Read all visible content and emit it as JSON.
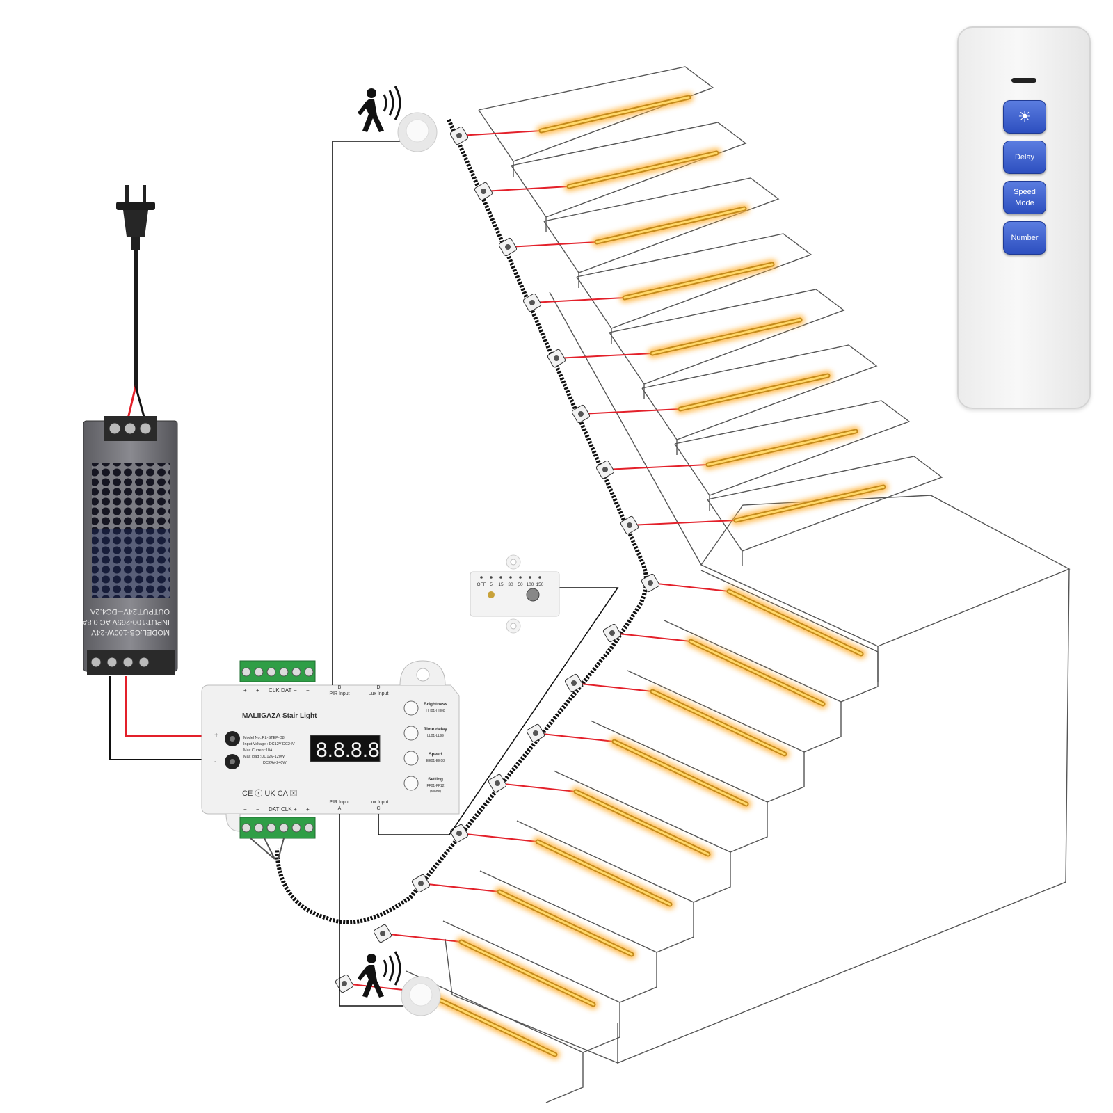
{
  "power_supply": {
    "model": "MODEL:CB-100W-24V",
    "input": "INPUT:100-265V AC 0.8A",
    "output": "OUTPUT:24V⎓DC4.2A"
  },
  "controller": {
    "title": "MALIIGAZA Stair Light",
    "display": "8.8.8.8",
    "specs": [
      "Model No.:RL-STEP-D8",
      "Input Voltage : DC12V-DC24V",
      "Max Current:10A",
      "Max  load :DC12V-120W",
      "DC24V-240W"
    ],
    "top_terminal_labels": [
      "+",
      "+",
      "CLK",
      "DAT",
      "−",
      "−"
    ],
    "bottom_terminal_labels": [
      "−",
      "−",
      "DAT",
      "CLK",
      "+",
      "+"
    ],
    "port_b": "B",
    "port_b_label": "PIR Input",
    "port_d": "D",
    "port_d_label": "Lux Input",
    "port_a": "A",
    "port_a_label": "PIR Input",
    "port_c": "C",
    "port_c_label": "Lux Input",
    "plus_sign": "+",
    "minus_sign": "-",
    "cert_marks": "CE  ⓡ  UK CA  ⊠",
    "buttons": [
      {
        "label": "Brightness",
        "range": "HH01-HH08"
      },
      {
        "label": "Time delay",
        "range": "LL01-LL99"
      },
      {
        "label": "Speed",
        "range": "EE01-EE08"
      },
      {
        "label": "Setting",
        "range": "FF01-FF12",
        "extra": "(Mode)"
      }
    ]
  },
  "lux_sensor": {
    "scale": [
      "OFF",
      "5",
      "15",
      "30",
      "50",
      "100",
      "150"
    ]
  },
  "remote": {
    "buttons": [
      {
        "icon": "sun-icon",
        "label": ""
      },
      {
        "icon": "",
        "label": "Delay"
      },
      {
        "icon": "",
        "label_top": "Speed",
        "label_bottom": "Mode"
      },
      {
        "icon": "",
        "label": "Number"
      }
    ]
  },
  "icons": [
    "plug-icon",
    "motion-sensor-icon",
    "walking-person-icon",
    "pir-sensor-icon",
    "sun-icon"
  ],
  "colors": {
    "led_glow": "#ffb43c",
    "led_core": "#ffd86a",
    "wire_red": "#e3202a",
    "wire_black": "#111111",
    "terminal_green": "#2f9e46",
    "remote_button": "#3a5bd0"
  }
}
